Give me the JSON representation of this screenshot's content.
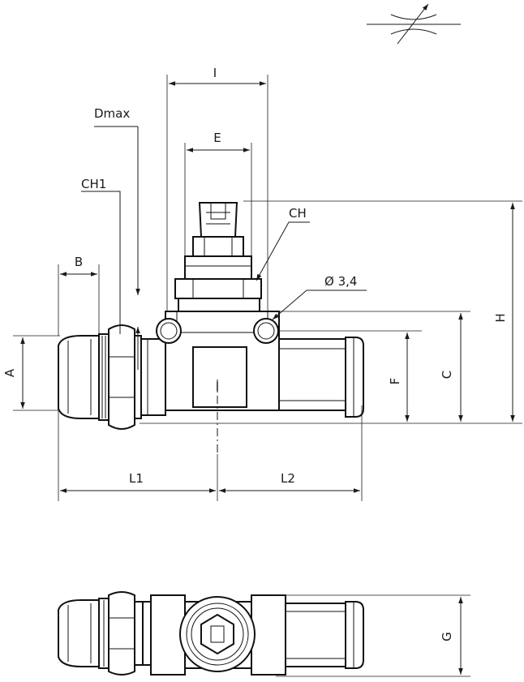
{
  "symbol": {
    "name": "adjustable-throttle-symbol-icon"
  },
  "labels": {
    "I": "I",
    "Dmax": "Dmax",
    "E": "E",
    "CH1": "CH1",
    "CH": "CH",
    "B": "B",
    "diameter": "Ø 3,4",
    "A": "A",
    "F": "F",
    "C": "C",
    "H": "H",
    "center_mark": "I",
    "L1": "L1",
    "L2": "L2",
    "G": "G"
  }
}
